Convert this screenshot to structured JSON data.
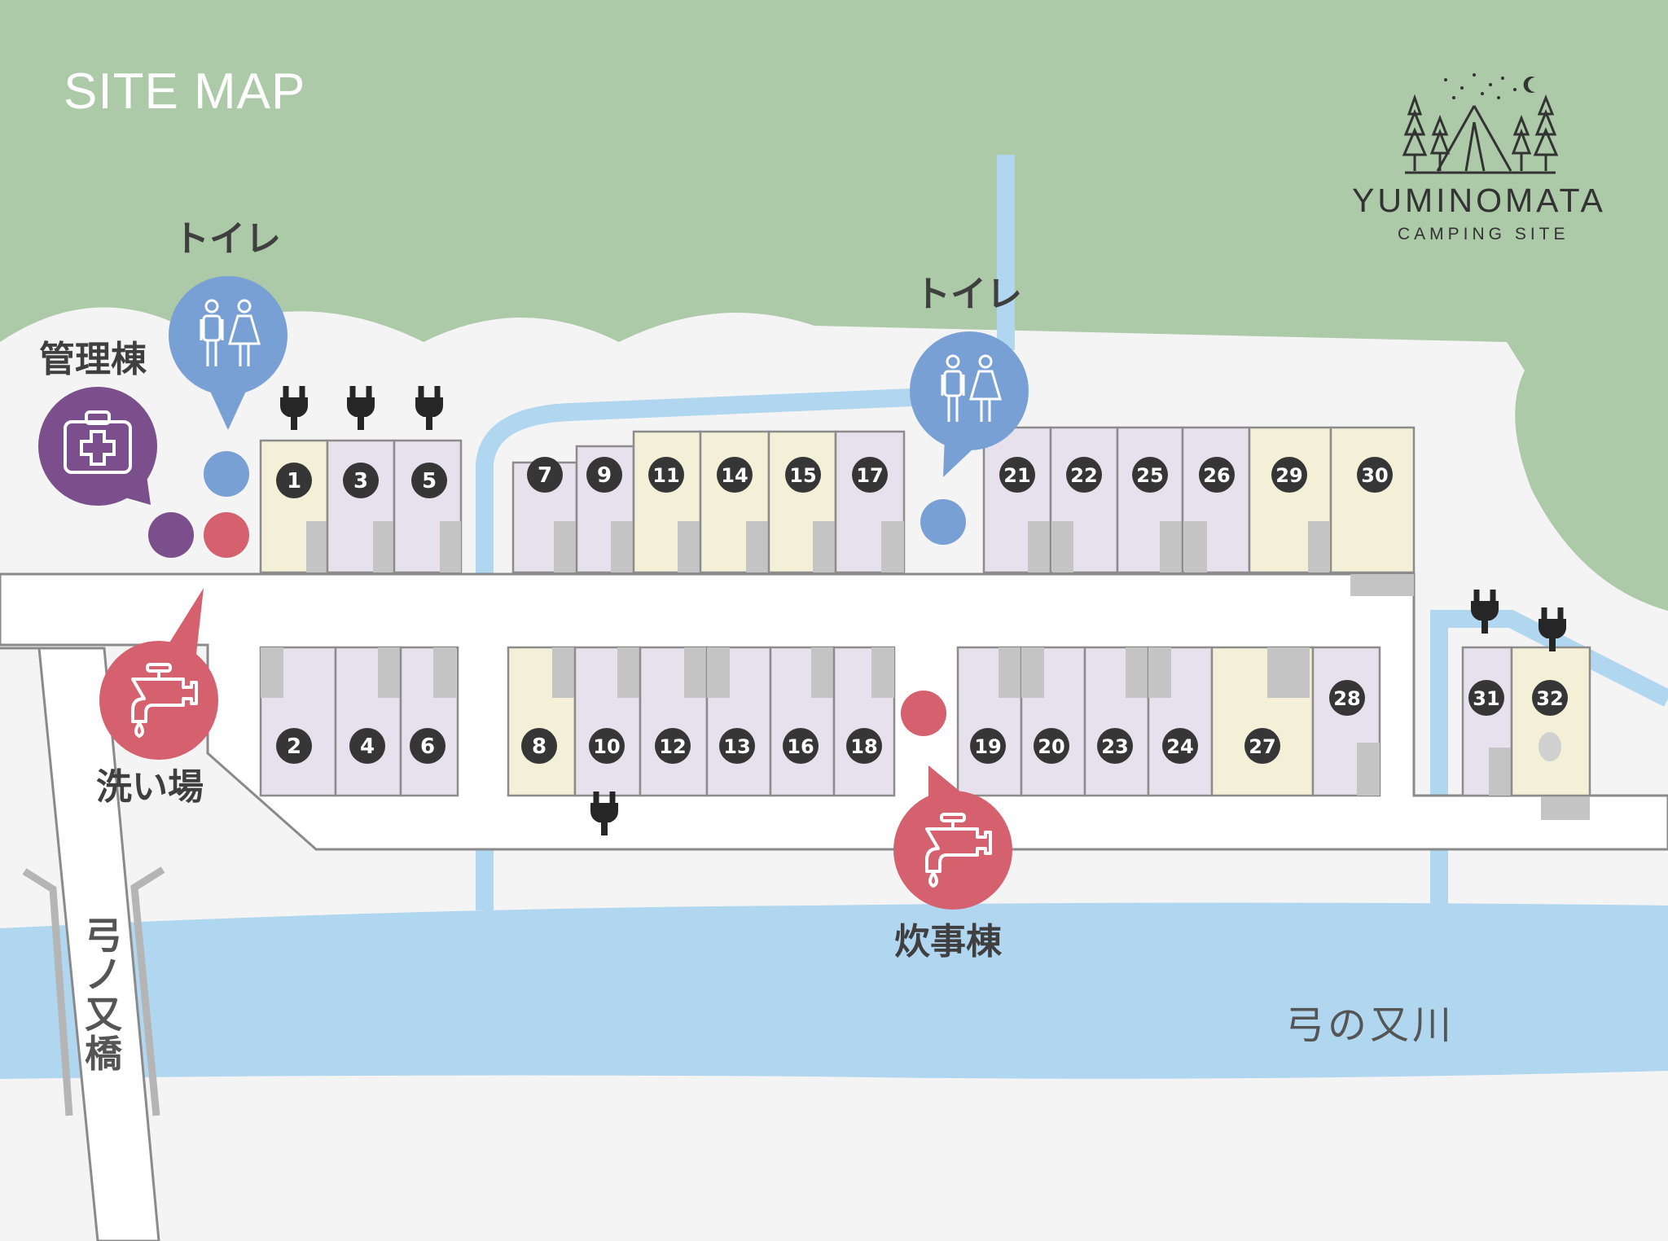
{
  "title": "SITE MAP",
  "logo": {
    "name": "YUMINOMATA",
    "subtitle": "CAMPING SITE"
  },
  "facilities": {
    "toilet_left": "トイレ",
    "toilet_right": "トイレ",
    "office": "管理棟",
    "wash_area": "洗い場",
    "kitchen": "炊事棟"
  },
  "bridge": "弓ノ又橋",
  "river": "弓の又川",
  "sites": [
    "1",
    "2",
    "3",
    "4",
    "5",
    "6",
    "7",
    "8",
    "9",
    "10",
    "11",
    "12",
    "13",
    "14",
    "15",
    "16",
    "17",
    "18",
    "19",
    "20",
    "21",
    "22",
    "23",
    "24",
    "25",
    "26",
    "27",
    "28",
    "29",
    "30",
    "31",
    "32"
  ],
  "colors": {
    "forest": "#acc9a8",
    "river": "#b0d6f0",
    "road": "#ffffff",
    "site_lavender": "#e7e1ee",
    "site_cream": "#f4efd7",
    "parking": "#c4c4c4",
    "badge": "#363636",
    "toilet": "#78a0d5",
    "office": "#7b4e8c",
    "water": "#d5616f"
  },
  "icons": {
    "toilet": "restroom-icon",
    "office": "first-aid-kit-icon",
    "water": "faucet-icon",
    "power": "power-plug-icon",
    "logo": "tent-forest-logo-icon"
  }
}
